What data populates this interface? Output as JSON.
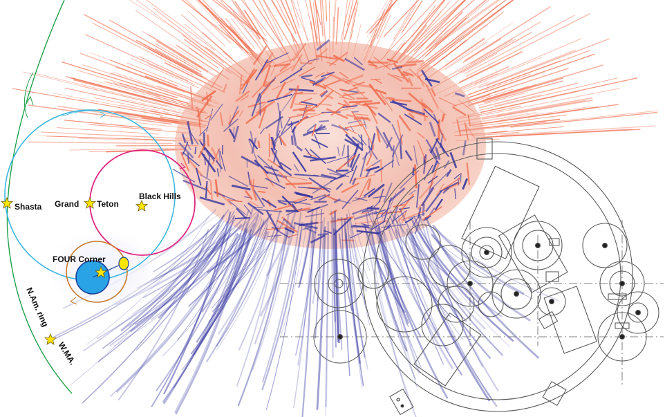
{
  "labels": {
    "shasta": "Shasta",
    "grand": "Grand",
    "teton": "Teton",
    "black_hills": "Black Hills",
    "four_corner": "FOUR Corner",
    "na_ring": "N.Am. ring",
    "wma": "W.MA."
  },
  "colors": {
    "ring_green": "#1fa04a",
    "ring_cyan": "#3bb6e0",
    "ring_magenta": "#e0257e",
    "ring_orange": "#c77a2e",
    "disk_blue": "#2aa3e6",
    "star_fill": "#ffe500",
    "field_red": "#f06a4a",
    "field_blue": "#3434a0",
    "mechanism_gray": "#5a5a5a"
  },
  "icons": {
    "site_marker": "star-icon",
    "direction_marker": "chevron-arrow-icon"
  }
}
